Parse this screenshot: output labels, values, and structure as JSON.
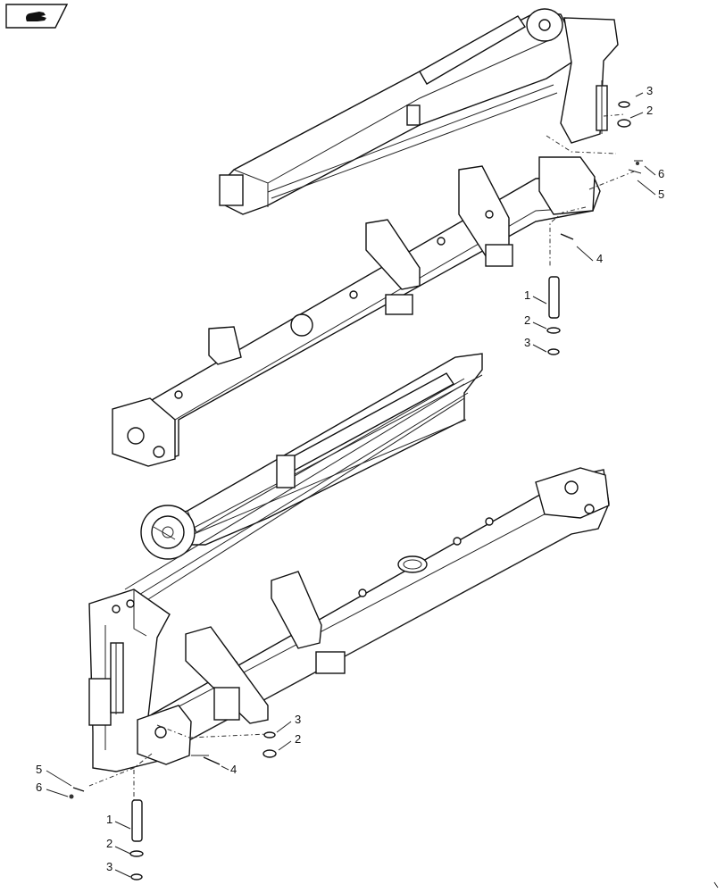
{
  "toolbar": {
    "nav_button_icon": "hand-pointing-icon"
  },
  "callouts": {
    "upper_3": "3",
    "upper_2": "2",
    "upper_6": "6",
    "upper_5": "5",
    "upper_4": "4",
    "upper_pin_1": "1",
    "upper_pin_2": "2",
    "upper_pin_3": "3",
    "lower_3": "3",
    "lower_2": "2",
    "lower_4": "4",
    "lower_5": "5",
    "lower_6": "6",
    "lower_pin_1": "1",
    "lower_pin_2": "2",
    "lower_pin_3": "3"
  }
}
